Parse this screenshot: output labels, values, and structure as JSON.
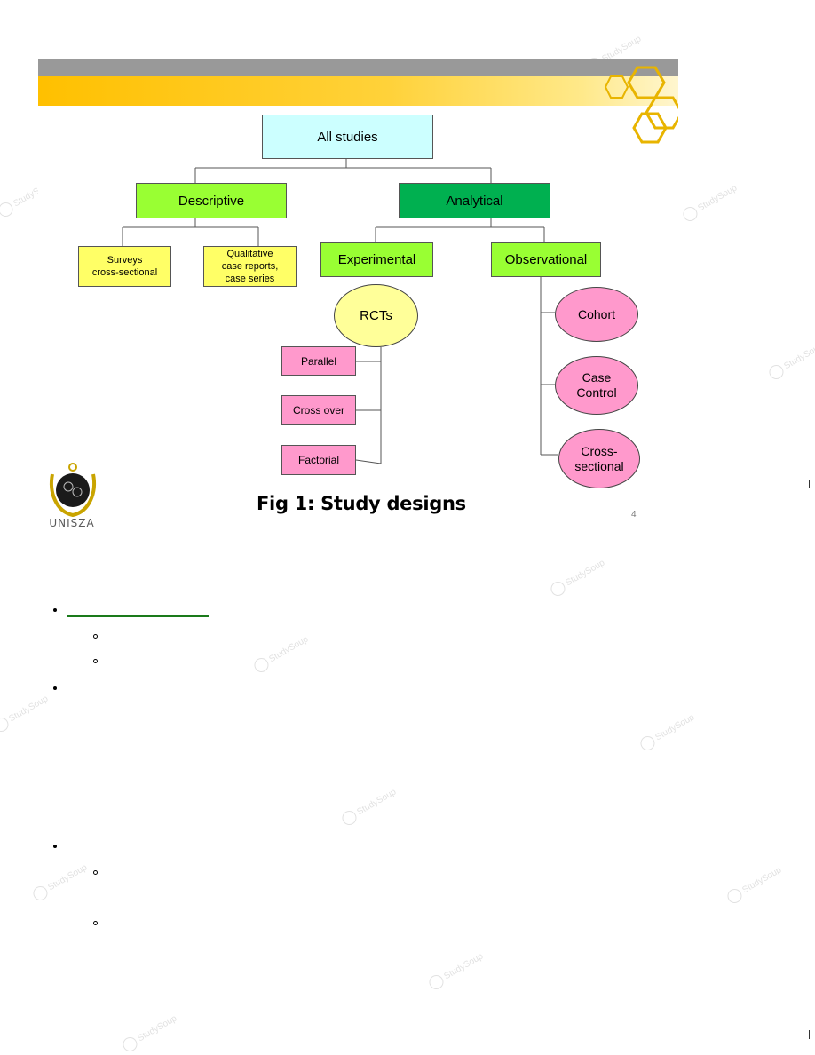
{
  "slide": {
    "figure": {
      "root": "All studies",
      "descriptive": "Descriptive",
      "analytical": "Analytical",
      "surveys": "Surveys\ncross-sectional",
      "qualitative": "Qualitative\ncase reports,\ncase series",
      "experimental": "Experimental",
      "observational": "Observational",
      "rcts": "RCTs",
      "parallel": "Parallel",
      "crossover": "Cross over",
      "factorial": "Factorial",
      "cohort": "Cohort",
      "case_control": "Case\nControl",
      "cross_sectional": "Cross-\nsectional"
    },
    "caption": "Fig 1: Study designs",
    "page_number": "4",
    "logo_text": "UNISZA"
  },
  "watermark": "StudySoup",
  "colors": {
    "root_fill": "#ccffff",
    "green_light": "#99ff33",
    "green_dark": "#00b050",
    "yellow_box": "#ffff66",
    "yellow_oval": "#ffff99",
    "pink": "#ff99cc",
    "link_underline": "#1a7a1a"
  }
}
